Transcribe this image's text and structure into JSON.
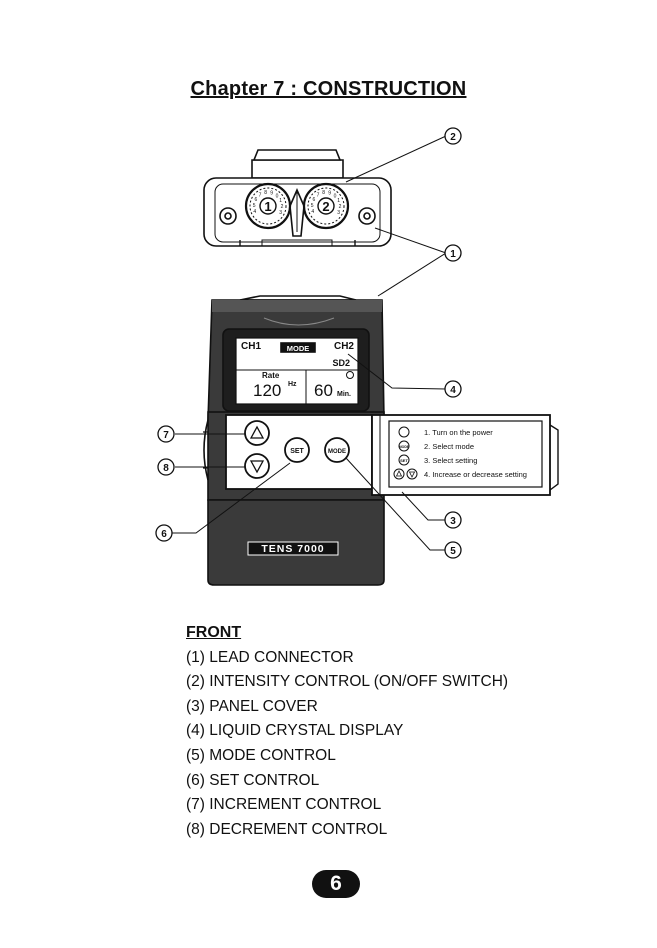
{
  "page": {
    "title": "Chapter  7 : CONSTRUCTION",
    "page_number": "6"
  },
  "callouts": [
    "1",
    "2",
    "3",
    "4",
    "5",
    "6",
    "7",
    "8"
  ],
  "device": {
    "knob_left": "1",
    "knob_right": "2",
    "knob_scale": "4 5 6 7 8 9 0 1 2 3",
    "lcd": {
      "ch1": "CH1",
      "mode": "MODE",
      "ch2": "CH2",
      "program": "SD2",
      "rate_label": "Rate",
      "rate_value": "120",
      "rate_unit": "Hz",
      "timer_value": "60",
      "timer_unit": "Min."
    },
    "set_label": "SET",
    "mode_label": "MODE",
    "brand": "TENS 7000"
  },
  "panel_cover": {
    "steps": [
      "1. Turn on the power",
      "2. Select mode",
      "3. Select setting",
      "4. Increase or decrease setting"
    ],
    "icon_mode": "MODE",
    "icon_set": "SET"
  },
  "legend": {
    "heading": "FRONT",
    "items": [
      "(1) LEAD CONNECTOR",
      "(2) INTENSITY CONTROL (ON/OFF SWITCH)",
      "(3) PANEL COVER",
      "(4) LIQUID CRYSTAL DISPLAY",
      "(5) MODE CONTROL",
      "(6) SET CONTROL",
      "(7) INCREMENT  CONTROL",
      "(8) DECREMENT  CONTROL"
    ]
  }
}
